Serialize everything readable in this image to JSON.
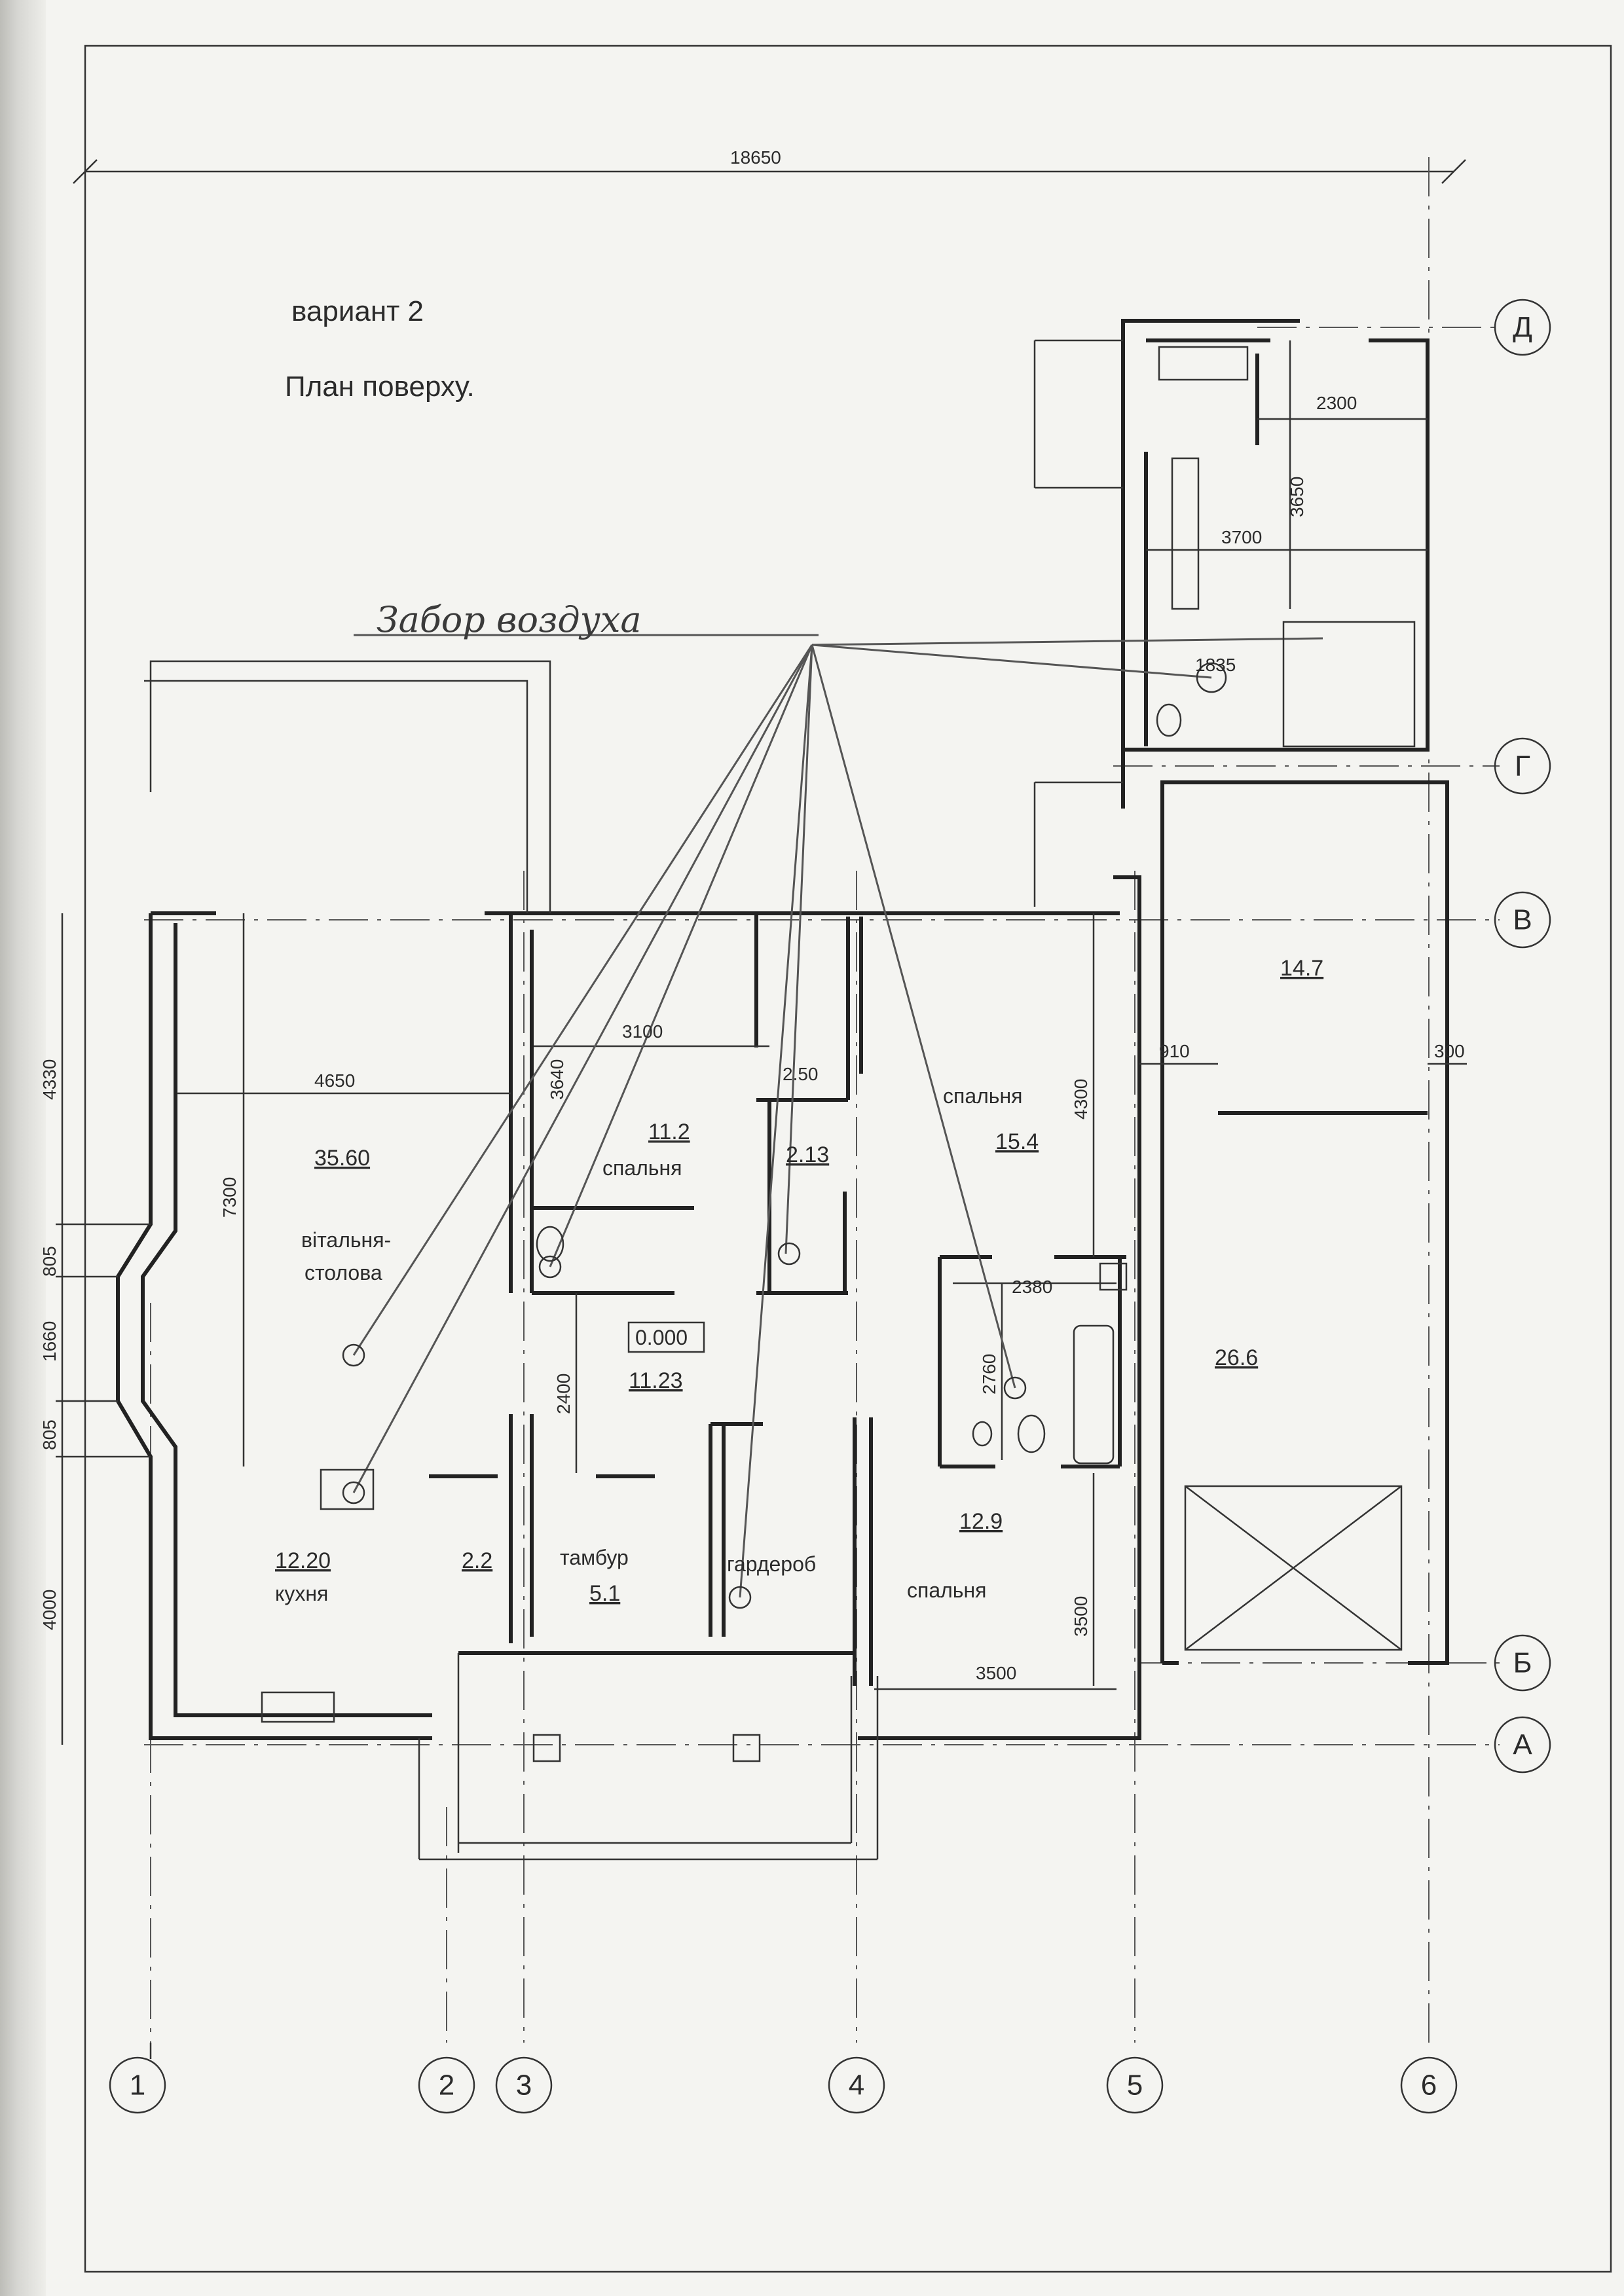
{
  "title": {
    "variant": "вариант 2",
    "plan": "План поверху."
  },
  "handwritten_note": "Забор воздуха",
  "axes": {
    "numbers": [
      "1",
      "2",
      "3",
      "4",
      "5",
      "6"
    ],
    "letters": [
      "Д",
      "Г",
      "В",
      "Б",
      "А"
    ]
  },
  "dimensions": {
    "overall": "18650",
    "d2300": "2300",
    "d3650": "3650",
    "d3700": "3700",
    "d1835": "1835",
    "d3100": "3100",
    "d3640": "3640",
    "d4650": "4650",
    "d7300": "7300",
    "d250": "2.50",
    "d4300": "4300",
    "d910": "910",
    "d300": "300",
    "d2380": "2380",
    "d2760": "2760",
    "d2400": "2400",
    "d3500v": "3500",
    "d3500h": "3500",
    "left4330": "4330",
    "left805a": "805",
    "left1660": "1660",
    "left805b": "805",
    "left4000": "4000"
  },
  "rooms": {
    "living": {
      "area": "35.60",
      "name_line1": "вітальня-",
      "name_line2": "столова"
    },
    "bed_small": {
      "area": "11.2",
      "name": "спальня"
    },
    "bath_small": {
      "area": "2.13"
    },
    "bed_ne": {
      "name": "спальня",
      "area": "15.4"
    },
    "hall": {
      "level": "0.000",
      "area": "11.23"
    },
    "kitchen": {
      "area": "12.20",
      "name": "кухня"
    },
    "pantry": {
      "area": "2.2"
    },
    "vestibule": {
      "name": "тамбур",
      "area": "5.1"
    },
    "wardrobe": {
      "name": "гардероб"
    },
    "bed_se": {
      "area": "12.9",
      "name": "спальня"
    },
    "garage_n": {
      "area": "14.7"
    },
    "garage": {
      "area": "26.6"
    }
  }
}
